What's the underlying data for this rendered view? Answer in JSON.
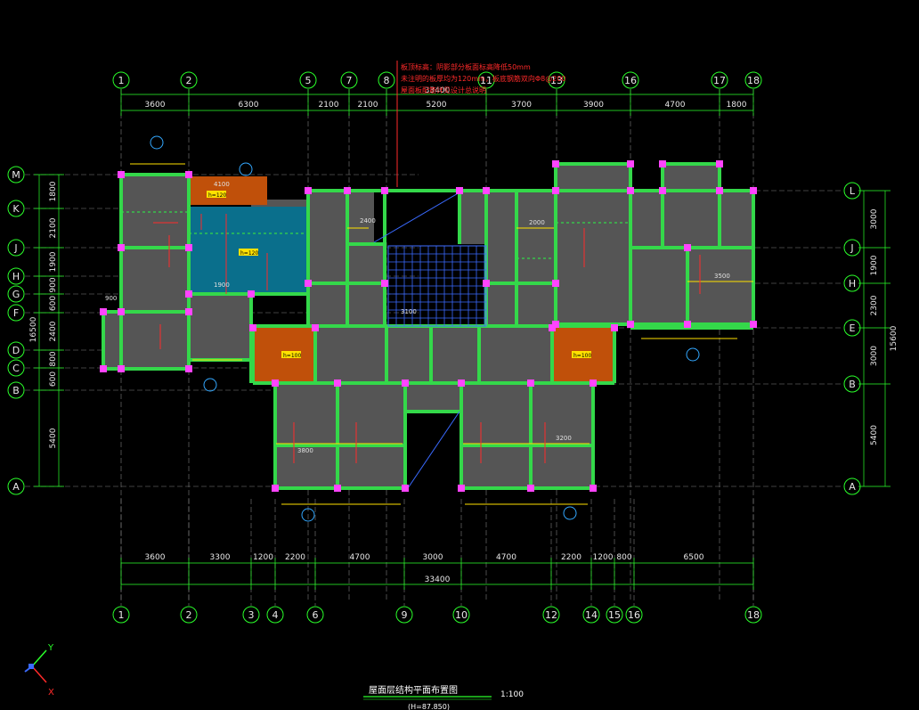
{
  "drawing": {
    "title": "屋面层结构平面布置图",
    "scale": "1:100",
    "elevation": "(H=87.850)"
  },
  "axes_top": [
    "1",
    "2",
    "5",
    "7",
    "8",
    "11",
    "13",
    "16",
    "17",
    "18"
  ],
  "axes_bottom": [
    "1",
    "2",
    "3",
    "4",
    "6",
    "9",
    "10",
    "12",
    "14",
    "15",
    "16",
    "18"
  ],
  "axes_left": [
    "M",
    "K",
    "J",
    "H",
    "G",
    "F",
    "D",
    "C",
    "B",
    "A"
  ],
  "axes_right": [
    "L",
    "J",
    "H",
    "E",
    "B",
    "A"
  ],
  "dims_top": [
    "3600",
    "6300",
    "2100",
    "2100",
    "5200",
    "3700",
    "3900",
    "4700",
    "1800"
  ],
  "dims_top_total": "33400",
  "dims_bottom": [
    "3600",
    "3300",
    "1200",
    "2200",
    "4700",
    "3000",
    "4700",
    "2200",
    "1200",
    "800",
    "6500"
  ],
  "dims_bottom_total": "33400",
  "dims_left": [
    "1800",
    "2100",
    "1900",
    "900",
    "600",
    "2400",
    "800",
    "600",
    "5400"
  ],
  "dims_left_total": "16500",
  "dims_right": [
    "3000",
    "1900",
    "2300",
    "3000",
    "5400"
  ],
  "dims_right_total": "15600",
  "notes": [
    "板顶标高：阴影部分板面标高降低50mm",
    "未注明的板厚均为120mm，板底钢筋双向Φ8@200",
    "屋面板配筋详见设计总说明"
  ],
  "slab_labels": [
    "h=120",
    "h=120",
    "h=100",
    "h=100"
  ],
  "room_dims": [
    "3800",
    "3200",
    "3500",
    "2000",
    "4100",
    "900",
    "1900",
    "3100",
    "2400"
  ],
  "ucs": {
    "x": "X",
    "y": "Y"
  },
  "colors": {
    "bg": "#000000",
    "axis": "#2aff2a",
    "beam": "#34d84a",
    "slab": "#555555",
    "column": "#ff44ff",
    "teal": "#0a6f8c",
    "orange": "#c0500a",
    "yellow": "#ffe100",
    "red": "#ff2a2a",
    "cyan": "#33a8ff"
  }
}
